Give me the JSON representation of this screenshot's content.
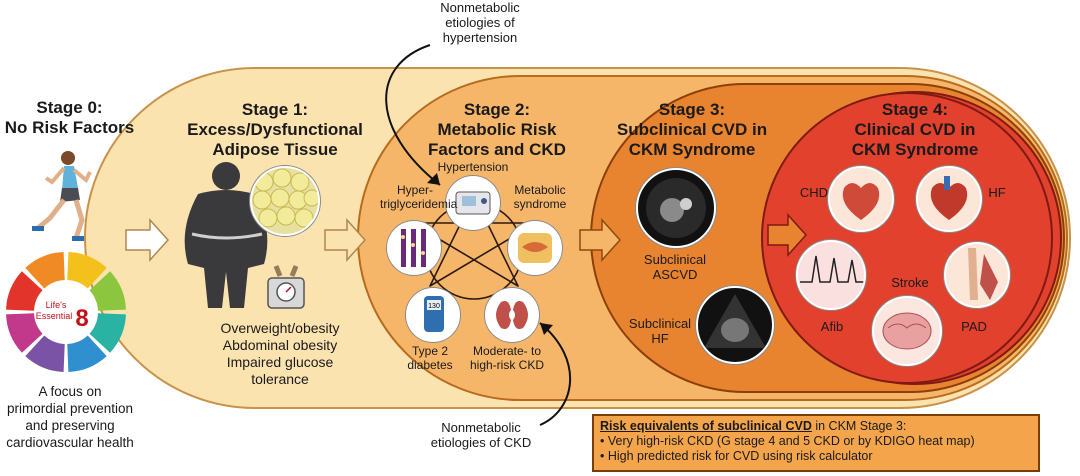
{
  "stages": {
    "s0": {
      "title": "Stage 0:",
      "subtitle": "No Risk Factors"
    },
    "s1": {
      "title": "Stage 1:",
      "sub1": "Excess/Dysfunctional",
      "sub2": "Adipose Tissue"
    },
    "s2": {
      "title": "Stage 2:",
      "sub1": "Metabolic Risk",
      "sub2": "Factors and CKD"
    },
    "s3": {
      "title": "Stage 3:",
      "sub1": "Subclinical CVD in",
      "sub2": "CKM Syndrome"
    },
    "s4": {
      "title": "Stage 4:",
      "sub1": "Clinical CVD in",
      "sub2": "CKM Syndrome"
    }
  },
  "stage0_focus": [
    "A focus on",
    "primordial prevention",
    "and preserving",
    "cardiovascular health"
  ],
  "les8": {
    "line1": "Life's",
    "line2": "Essential",
    "number": "8"
  },
  "stage1_conditions": [
    "Overweight/obesity",
    "Abdominal obesity",
    "Impaired glucose",
    "tolerance"
  ],
  "stage2_labels": {
    "hypertension": "Hypertension",
    "hypertg1": "Hyper-",
    "hypertg2": "triglyceridemia",
    "metabolic1": "Metabolic",
    "metabolic2": "syndrome",
    "diabetes1": "Type 2",
    "diabetes2": "diabetes",
    "ckd1": "Moderate- to",
    "ckd2": "high-risk CKD",
    "glucose_value": "130"
  },
  "stage3_labels": {
    "ascvd1": "Subclinical",
    "ascvd2": "ASCVD",
    "hf1": "Subclinical",
    "hf2": "HF"
  },
  "stage4_labels": {
    "chd": "CHD",
    "hf": "HF",
    "afib": "Afib",
    "stroke": "Stroke",
    "pad": "PAD"
  },
  "nonmetabolic_top": [
    "Nonmetabolic",
    "etiologies of",
    "hypertension"
  ],
  "nonmetabolic_bottom": [
    "Nonmetabolic",
    "etiologies of CKD"
  ],
  "risk_box": {
    "heading": "Risk equivalents of subclinical CVD",
    "heading_suffix": " in CKM Stage 3:",
    "bullets": [
      "• Very high-risk CKD (G stage 4 and 5 CKD or by KDIGO heat map)",
      "• High predicted risk for CVD using risk calculator"
    ]
  },
  "colors": {
    "stage1": "#fbe3b0",
    "stage2": "#f6b66a",
    "stage3": "#e8842f",
    "stage4": "#e2412e",
    "les8_segments": [
      "#f3c01c",
      "#8cc63f",
      "#2ab3a3",
      "#2f8fcf",
      "#7a52a6",
      "#c2388b",
      "#e2342b",
      "#f08a24"
    ]
  }
}
